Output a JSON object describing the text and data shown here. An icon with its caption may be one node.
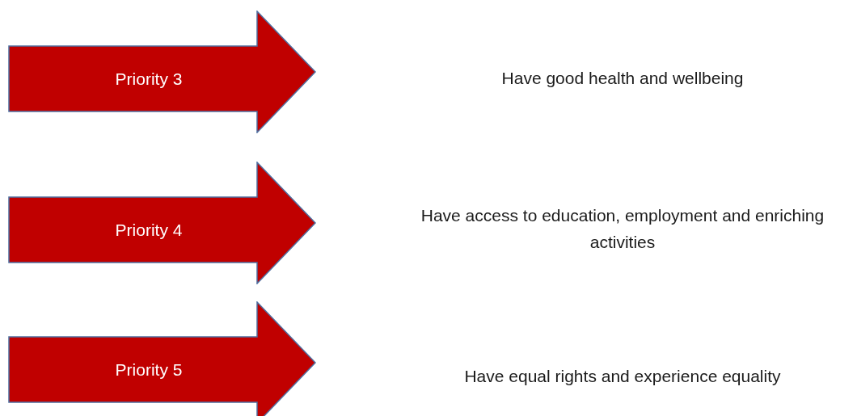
{
  "diagram": {
    "nodes": [
      {
        "text": [
          "Priority 3"
        ]
      },
      {
        "text": [
          "Priority 4"
        ]
      },
      {
        "text": [
          "Priority 5"
        ]
      }
    ],
    "labels": [
      "Have good health and wellbeing",
      "Have access to education, employment and enriching activities",
      "Have equal rights and experience equality"
    ]
  }
}
